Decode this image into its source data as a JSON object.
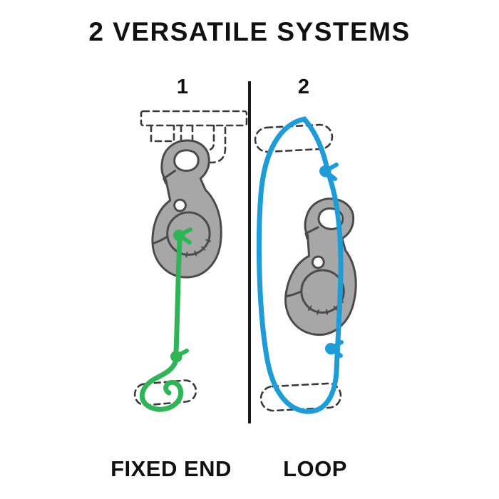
{
  "title": "2 VERSATILE SYSTEMS",
  "systems": [
    {
      "number": "1",
      "label": "FIXED END",
      "rope_color": "#2fb457"
    },
    {
      "number": "2",
      "label": "LOOP",
      "rope_color": "#1e9cd7"
    }
  ],
  "colors": {
    "carabiner_fill": "#a7a7a7",
    "carabiner_outline": "#4a4a4a",
    "dashed_outline": "#3a3a3a",
    "divider": "#1a1a1a",
    "text": "#111111",
    "background": "#ffffff"
  }
}
